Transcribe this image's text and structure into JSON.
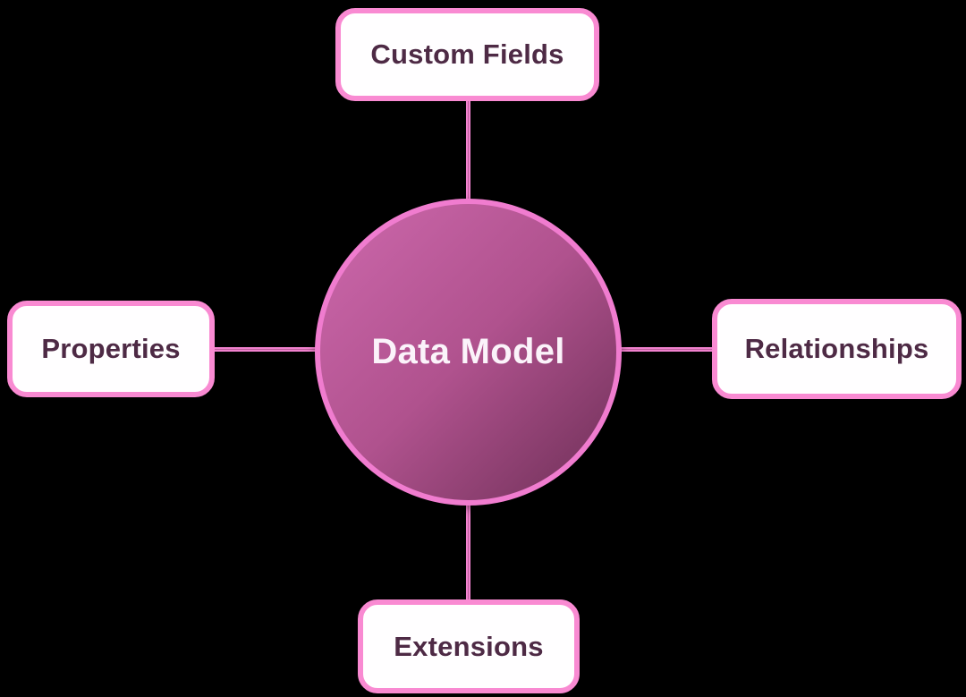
{
  "diagram": {
    "center": {
      "label": "Data Model"
    },
    "nodes": [
      {
        "id": "custom-fields",
        "label": "Custom Fields",
        "position": "top"
      },
      {
        "id": "properties",
        "label": "Properties",
        "position": "left"
      },
      {
        "id": "relationships",
        "label": "Relationships",
        "position": "right"
      },
      {
        "id": "extensions",
        "label": "Extensions",
        "position": "bottom"
      }
    ],
    "connectors": [
      {
        "from": "data-model",
        "to": "custom-fields"
      },
      {
        "from": "data-model",
        "to": "properties"
      },
      {
        "from": "data-model",
        "to": "relationships"
      },
      {
        "from": "data-model",
        "to": "extensions"
      }
    ],
    "colors": {
      "background": "#000000",
      "box_fill": "#fffeff",
      "box_border": "#f98ad2",
      "box_text": "#4e2a45",
      "circle_border": "#f07ccf",
      "circle_gradient_start": "#cd68ac",
      "circle_gradient_end": "#6d2f56",
      "center_text": "#fbf3fa",
      "connector": "#f584d2"
    }
  }
}
